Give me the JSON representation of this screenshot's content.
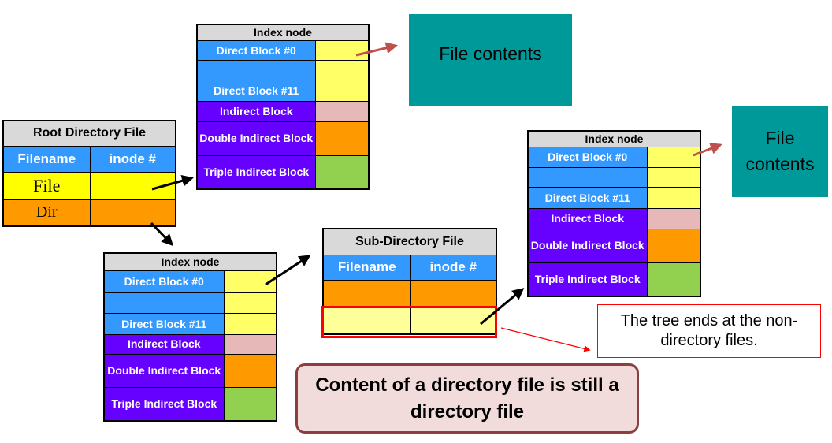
{
  "index_node_top": {
    "title": "Index node",
    "rows": [
      "Direct Block #0",
      "",
      "Direct Block #11",
      "Indirect Block",
      "Double Indirect Block",
      "Triple Indirect Block"
    ]
  },
  "index_node_bottom": {
    "title": "Index node",
    "rows": [
      "Direct Block #0",
      "",
      "Direct Block #11",
      "Indirect Block",
      "Double Indirect Block",
      "Triple Indirect Block"
    ]
  },
  "index_node_right": {
    "title": "Index node",
    "rows": [
      "Direct Block #0",
      "",
      "Direct Block #11",
      "Indirect Block",
      "Double Indirect Block",
      "Triple Indirect Block"
    ]
  },
  "root_dir": {
    "title": "Root Directory File",
    "col_filename": "Filename",
    "col_inode": "inode #",
    "entries": [
      "File",
      "Dir"
    ]
  },
  "sub_dir": {
    "title": "Sub-Directory File",
    "col_filename": "Filename",
    "col_inode": "inode #"
  },
  "file_contents_top": "File contents",
  "file_contents_right": "File contents",
  "callout_text": "The tree ends at the non-directory files.",
  "banner_text": "Content of a directory file is still a directory file",
  "colors": {
    "header_grey": "#d9d9d9",
    "block_blue": "#3399ff",
    "block_purple": "#6600ff",
    "cell_yellow": "#ffff66",
    "cell_pink": "#e6b8b7",
    "cell_orange": "#ff9900",
    "cell_green": "#92d050",
    "teal": "#009999",
    "highlight_red": "#ff0000",
    "banner_fill": "#f2dcdb",
    "banner_border": "#8b4040"
  }
}
